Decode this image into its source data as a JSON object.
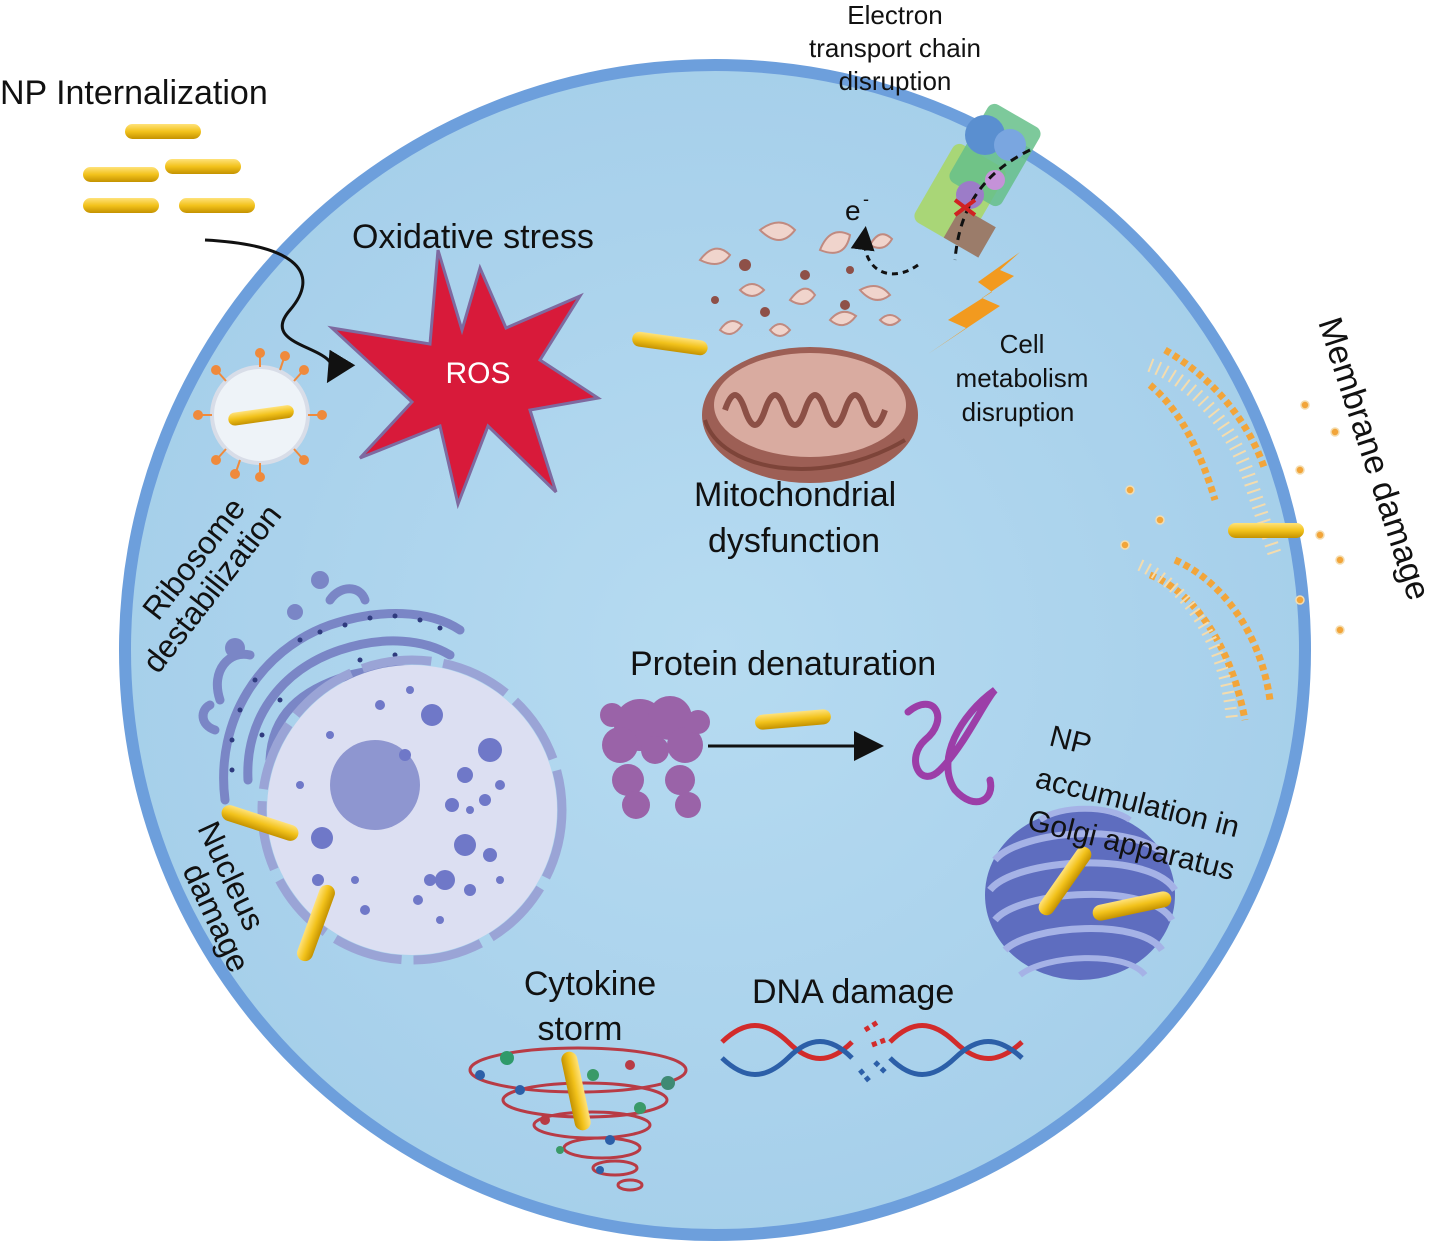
{
  "colors": {
    "cell_fill": "#a9d2ec",
    "cell_border": "#6d9fdc",
    "nanoparticle": "#f2c21b",
    "ros": "#d81a3a",
    "mitochondrion": "#a56a60",
    "nucleus": "#dcdff2",
    "golgi": "#6c7fd0",
    "protein": "#9a63a8",
    "dna_red": "#d22b2b",
    "dna_blue": "#2c5fa8",
    "lightning": "#f29a1f",
    "lipid": "#f2a53a"
  },
  "labels": {
    "np_internalization": "NP Internalization",
    "oxidative_stress": "Oxidative stress",
    "ros": "ROS",
    "etc_line1": "Electron",
    "etc_line2": "transport chain",
    "etc_line3": "disruption",
    "electron": "e",
    "electron_sup": "-",
    "cell_metab_line1": "Cell",
    "cell_metab_line2": "metabolism",
    "cell_metab_line3": "disruption",
    "mito_line1": "Mitochondrial",
    "mito_line2": "dysfunction",
    "membrane_damage": "Membrane damage",
    "ribosome_line1": "Ribosome",
    "ribosome_line2": "destabilization",
    "protein_denaturation": "Protein denaturation",
    "golgi_line1": "NP",
    "golgi_line2": "accumulation in",
    "golgi_line3": "Golgi apparatus",
    "nucleus_line1": "Nucleus",
    "nucleus_line2": "damage",
    "cytokine_line1": "Cytokine",
    "cytokine_line2": "storm",
    "dna_damage": "DNA damage"
  }
}
